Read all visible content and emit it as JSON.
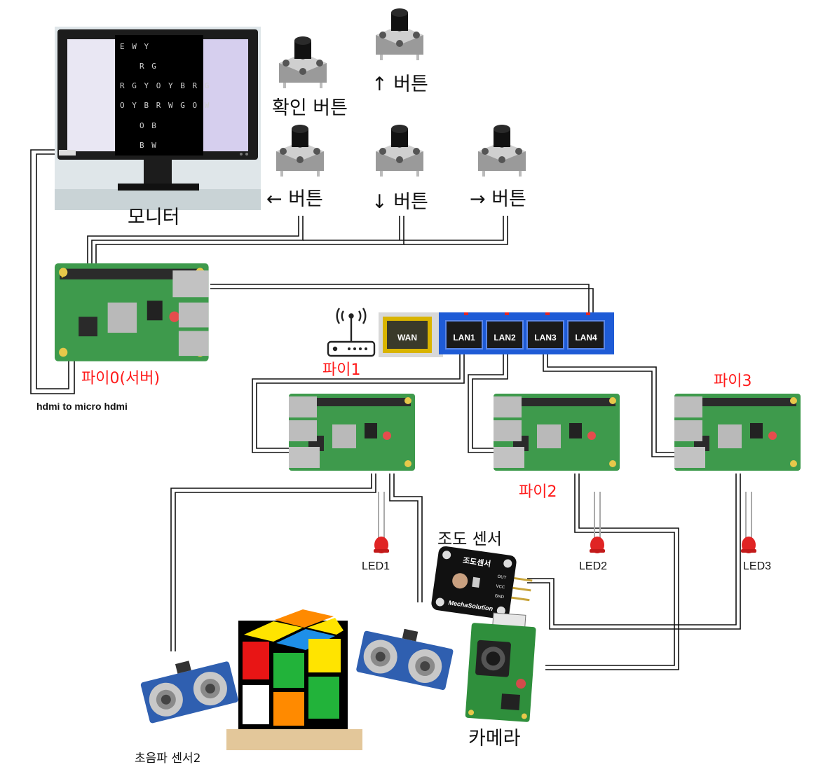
{
  "labels": {
    "monitor": "모니터",
    "confirm_button": "확인 버튼",
    "up_button": "↑ 버튼",
    "left_button": "← 버튼",
    "down_button": "↓ 버튼",
    "right_button": "→ 버튼",
    "pi0": "파이0(서버)",
    "hdmi": "hdmi to micro hdmi",
    "pi1": "파이1",
    "pi2": "파이2",
    "pi3": "파이3",
    "led1": "LED1",
    "led2": "LED2",
    "led3": "LED3",
    "light_sensor": "조도 센서",
    "light_sensor_module_text": "조도센서",
    "light_sensor_brand": "MechaSolution",
    "light_sensor_pins": [
      "OUT",
      "VCC",
      "GND"
    ],
    "camera": "카메라",
    "ultrasonic2": "초음파 센서2"
  },
  "switch_ports": [
    "WAN",
    "LAN1",
    "LAN2",
    "LAN3",
    "LAN4"
  ],
  "monitor_screen_lines": [
    "E  W Y",
    "R G",
    "R G Y O Y B R G",
    "O Y B R W G O W",
    "O B",
    "B W"
  ],
  "colors": {
    "label_red": "#ff1a1a",
    "pcb_green": "#3e9a4c",
    "switch_blue": "#1e5bd6",
    "wan_yellow": "#d9b400",
    "led_red": "#e02424",
    "sensor_blue": "#2f5fb0",
    "cube_red": "#e81515",
    "cube_green": "#22b33a",
    "cube_blue": "#1e8fe8",
    "cube_orange": "#ff8a00",
    "cube_yellow": "#ffe400"
  }
}
